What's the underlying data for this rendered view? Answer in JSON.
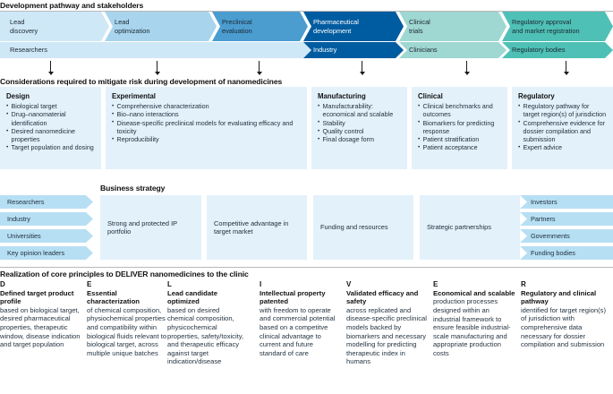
{
  "sections": {
    "pathway_title": "Development pathway and stakeholders",
    "considerations_title": "Considerations required to mitigate risk during development of nanomedicines",
    "business_title": "Business strategy",
    "deliver_title": "Realization of core principles to DELIVER nanomedicines to the clinic"
  },
  "colors": {
    "pale_blue": "#cfe8f7",
    "light_blue": "#a8d4ee",
    "mid_blue": "#4b9dd0",
    "dark_blue": "#005ca0",
    "teal_light": "#9fd7d2",
    "teal": "#4fc0b5",
    "card_bg": "#e3f1fb",
    "tag_bg": "#b6dff4",
    "text_dark": "#1b2733",
    "text_white": "#ffffff"
  },
  "pathway": {
    "stages": [
      {
        "label": "Lead\ndiscovery",
        "color": "#cfe8f7",
        "text": "dark",
        "shape": "first"
      },
      {
        "label": "Lead\noptimization",
        "color": "#a8d4ee",
        "text": "dark",
        "shape": "mid"
      },
      {
        "label": "Preclinical\nevaluation",
        "color": "#4b9dd0",
        "text": "dark",
        "shape": "mid"
      },
      {
        "label": "Pharmaceutical\ndevelopment",
        "color": "#005ca0",
        "text": "white",
        "shape": "mid"
      },
      {
        "label": "Clinical\ntrials",
        "color": "#9fd7d2",
        "text": "dark",
        "shape": "mid"
      },
      {
        "label": "Regulatory approval\nand market registration",
        "color": "#4fc0b5",
        "text": "dark",
        "shape": "last"
      }
    ],
    "stakeholders": [
      {
        "label": "Researchers",
        "color": "#cfe8f7",
        "text": "dark",
        "shape": "first"
      },
      {
        "label": "Industry",
        "color": "#005ca0",
        "text": "white",
        "shape": "mid"
      },
      {
        "label": "Clinicians",
        "color": "#9fd7d2",
        "text": "dark",
        "shape": "mid"
      },
      {
        "label": "Regulatory bodies",
        "color": "#4fc0b5",
        "text": "dark",
        "shape": "last"
      }
    ]
  },
  "considerations": [
    {
      "heading": "Design",
      "items": [
        "Biological target",
        "Drug–nanomaterial identification",
        "Desired nanomedicine properties",
        "Target population and dosing"
      ]
    },
    {
      "heading": "Experimental",
      "items": [
        "Comprehensive characterization",
        "Bio–nano interactions",
        "Disease-specific preclinical models for evaluating efficacy and toxicity",
        "Reproducibility"
      ]
    },
    {
      "heading": "Manufacturing",
      "items": [
        "Manufacturability: economical and scalable",
        "Stability",
        "Quality control",
        "Final dosage form"
      ]
    },
    {
      "heading": "Clinical",
      "items": [
        "Clinical benchmarks and outcomes",
        "Biomarkers for predicting response",
        "Patient stratification",
        "Patient acceptance"
      ]
    },
    {
      "heading": "Regulatory",
      "items": [
        "Regulatory pathway for target region(s) of jurisdiction",
        "Comprehensive evidence for dossier compilation and submission",
        "Expert advice"
      ]
    }
  ],
  "business": {
    "left_tags": [
      "Researchers",
      "Industry",
      "Universities",
      "Key opinion leaders"
    ],
    "right_tags": [
      "Investors",
      "Partners",
      "Governments",
      "Funding bodies"
    ],
    "boxes": [
      "Strong and protected IP portfolio",
      "Competitive advantage in target market",
      "Funding and resources",
      "Strategic partnerships"
    ]
  },
  "deliver": [
    {
      "letter": "D",
      "head": "Defined target product profile",
      "body": "based on biological target, desired pharmaceutical properties, therapeutic window, disease indication and target population"
    },
    {
      "letter": "E",
      "head": "Essential characterization",
      "body": "of chemical composition, physiochemical properties and compatibility within biological fluids relevant to biological target, across multiple unique batches"
    },
    {
      "letter": "L",
      "head": "Lead candidate optimized",
      "body": "based on desired chemical composition, physicochemical properties, safety/toxicity, and therapeutic efficacy against target indication/disease"
    },
    {
      "letter": "I",
      "head": "Intellectual property patented",
      "body": "with freedom to operate and commercial potential based on a competitve clinical advantage to current and future standard of care"
    },
    {
      "letter": "V",
      "head": "Validated efficacy and safety",
      "body": "across replicated and disease-specific preclinical models backed by biomarkers and necessary modelling for predicting therapeutic index in humans"
    },
    {
      "letter": "E",
      "head": "Economical and scalable",
      "body": "production processes designed within an industrial framework to ensure feasible industrial-scale manufacturing and appropriate production costs"
    },
    {
      "letter": "R",
      "head": "Regulatory and clinical pathway",
      "body": "identified for target region(s) of jurisdiction with comprehensive data necessary for dossier compilation and submission"
    }
  ]
}
